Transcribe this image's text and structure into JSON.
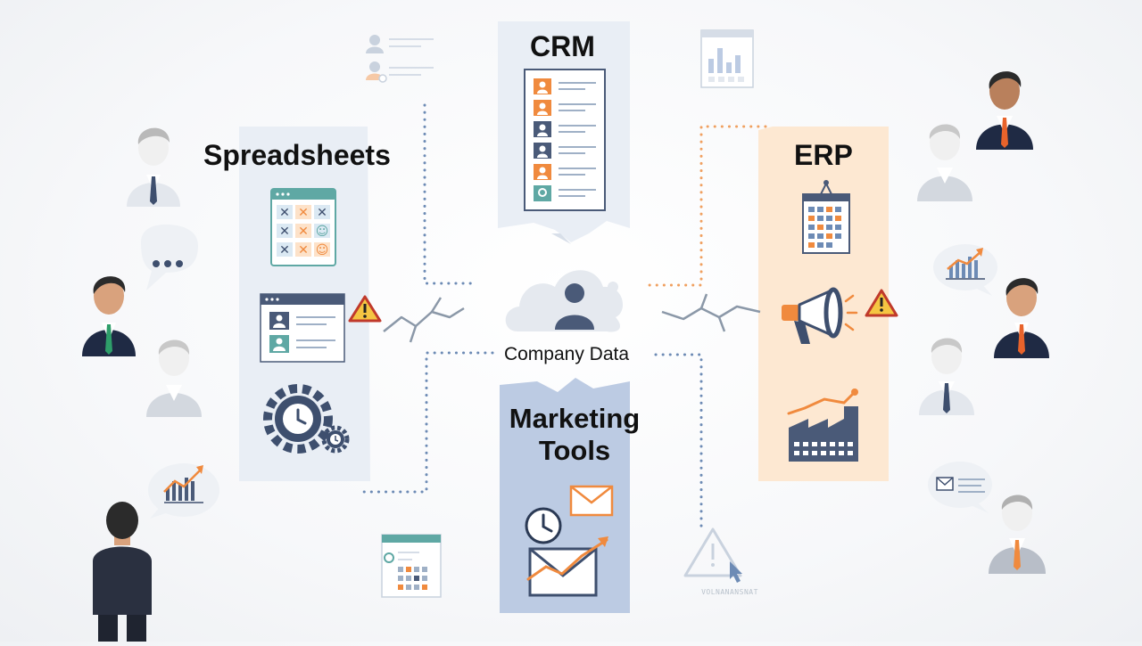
{
  "diagram": {
    "center": {
      "label": "Company Data",
      "icon": "cloud-user-icon"
    },
    "panels": {
      "spreadsheets": {
        "title": "Spreadsheets",
        "color": "#e8edf4"
      },
      "crm": {
        "title": "CRM",
        "color": "#e8edf4"
      },
      "erp": {
        "title": "ERP",
        "color": "#fde7cf"
      },
      "marketing": {
        "title": "Marketing Tools",
        "title_line1": "Marketing",
        "title_line2": "Tools",
        "color": "#b8c8e2"
      }
    },
    "warning_caption": "VOLNANANSNAT",
    "colors": {
      "navy": "#3e4f6e",
      "orange": "#f08a3e",
      "teal": "#5fa8a4",
      "warning_red": "#c0392b",
      "warning_yellow": "#f5c542",
      "dotted_blue": "#6d8bb5",
      "dotted_orange": "#f0a060"
    }
  }
}
